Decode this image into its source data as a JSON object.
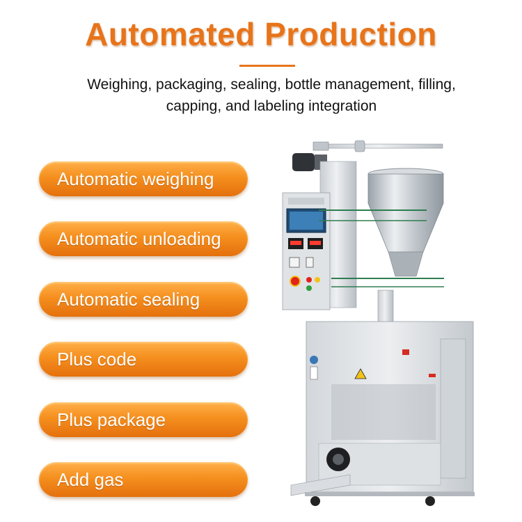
{
  "header": {
    "title": "Automated Production",
    "subtitle_line1": "Weighing, packaging, sealing, bottle management, filling,",
    "subtitle_line2": "capping, and labeling integration"
  },
  "features": [
    "Automatic weighing",
    "Automatic unloading",
    "Automatic sealing",
    "Plus code",
    "Plus package",
    "Add gas"
  ],
  "colors": {
    "accent": "#e8741a",
    "pill_top": "#ffb04a",
    "pill_bottom": "#e4700d",
    "machine_steel": "#d9dde1"
  }
}
